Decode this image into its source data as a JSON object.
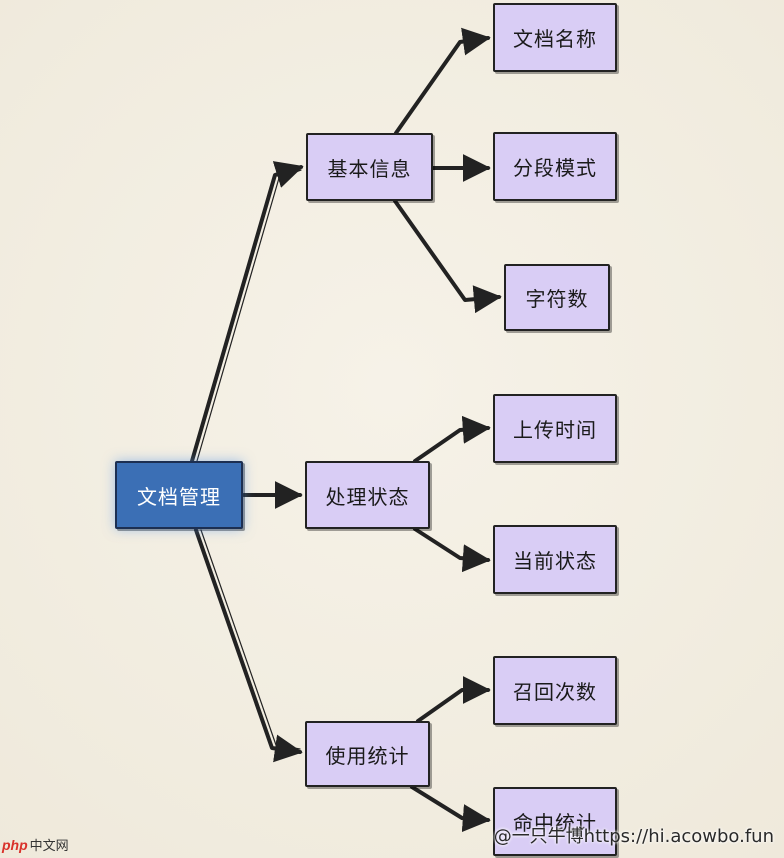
{
  "diagram": {
    "root": {
      "label": "文档管理"
    },
    "branches": [
      {
        "label": "基本信息",
        "children": [
          "文档名称",
          "分段模式",
          "字符数"
        ]
      },
      {
        "label": "处理状态",
        "children": [
          "上传时间",
          "当前状态"
        ]
      },
      {
        "label": "使用统计",
        "children": [
          "召回次数",
          "命中统计"
        ]
      }
    ],
    "colors": {
      "root_fill": "#3b6fb5",
      "node_fill": "#d9cdf5",
      "edge": "#222222",
      "background": "#f3efe3"
    }
  },
  "watermark": {
    "text": "@一只牛博https://hi.acowbo.fun",
    "logo_php": "php",
    "logo_cn": "中文网"
  }
}
